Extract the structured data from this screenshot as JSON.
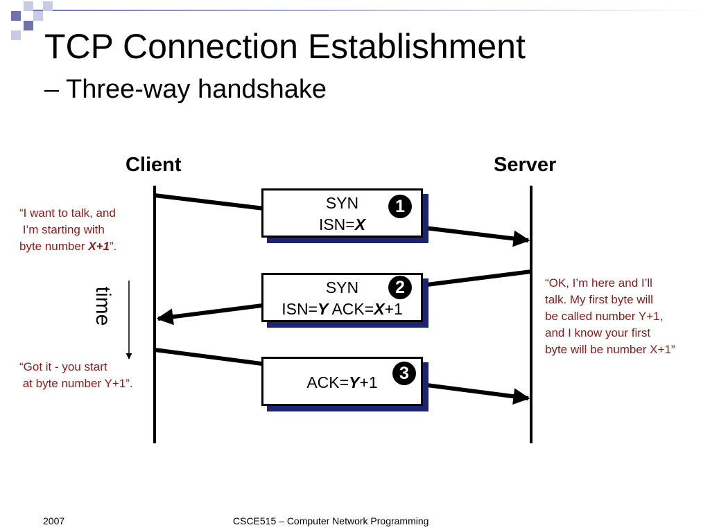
{
  "title": {
    "line1": "TCP Connection Establishment",
    "line2": "– Three-way handshake"
  },
  "endpoints": {
    "client": "Client",
    "server": "Server"
  },
  "time_label": "time",
  "messages": [
    {
      "number": "1",
      "line1": "SYN",
      "line2_parts": [
        {
          "text": "ISN=",
          "style": "normal"
        },
        {
          "text": "X",
          "style": "bolditalic"
        }
      ]
    },
    {
      "number": "2",
      "line1": "SYN",
      "line2_parts": [
        {
          "text": "ISN=",
          "style": "normal"
        },
        {
          "text": "Y",
          "style": "bolditalic"
        },
        {
          "text": " ACK=",
          "style": "normal"
        },
        {
          "text": "X",
          "style": "bolditalic"
        },
        {
          "text": "+1",
          "style": "normal"
        }
      ]
    },
    {
      "number": "3",
      "line1": "",
      "line2_parts": [
        {
          "text": "ACK=",
          "style": "normal"
        },
        {
          "text": "Y",
          "style": "bolditalic"
        },
        {
          "text": "+1",
          "style": "normal"
        }
      ]
    }
  ],
  "notes": {
    "client_syn": {
      "line1": "“I want to talk, and",
      "line2": " I’m starting with",
      "line3_prefix": "byte number ",
      "line3_emph": "X+1",
      "line3_suffix": "”."
    },
    "server_synack": "“OK, I’m here and I’ll\ntalk. My first byte will\nbe called number Y+1,\nand I know your first\nbyte will be number X+1”",
    "client_ack": "“Got it - you start\n at byte number Y+1”."
  },
  "footer": {
    "year": "2007",
    "course": "CSCE515 – Computer Network Programming"
  },
  "colors": {
    "note_text": "#8b1a1a",
    "box_shadow": "#1c2372",
    "banner_dark": "#6e73b0",
    "banner_light": "#c8cbe6"
  }
}
